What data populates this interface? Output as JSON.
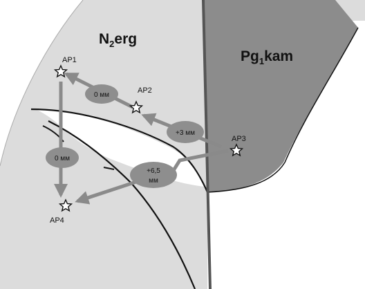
{
  "regions": {
    "left": {
      "name": "N",
      "sub": "2",
      "suffix": "erg"
    },
    "right": {
      "name": "Pg",
      "sub": "1",
      "suffix": "kam"
    }
  },
  "points": {
    "ap1": "AP1",
    "ap2": "AP2",
    "ap3": "AP3",
    "ap4": "AP4"
  },
  "offsets": {
    "ap1_ap2": "0 мм",
    "ap2_ap3": "+3 мм",
    "ap1_ap4": "0 мм",
    "ap3_ap4_line1": "+6,5",
    "ap3_ap4_line2": "мм"
  },
  "colors": {
    "light_zone": "#dcdcdc",
    "dark_zone": "#8c8c8c",
    "arrow": "#8a8a8a",
    "oval": "#8e8e8e",
    "fault_line": "#555555"
  }
}
